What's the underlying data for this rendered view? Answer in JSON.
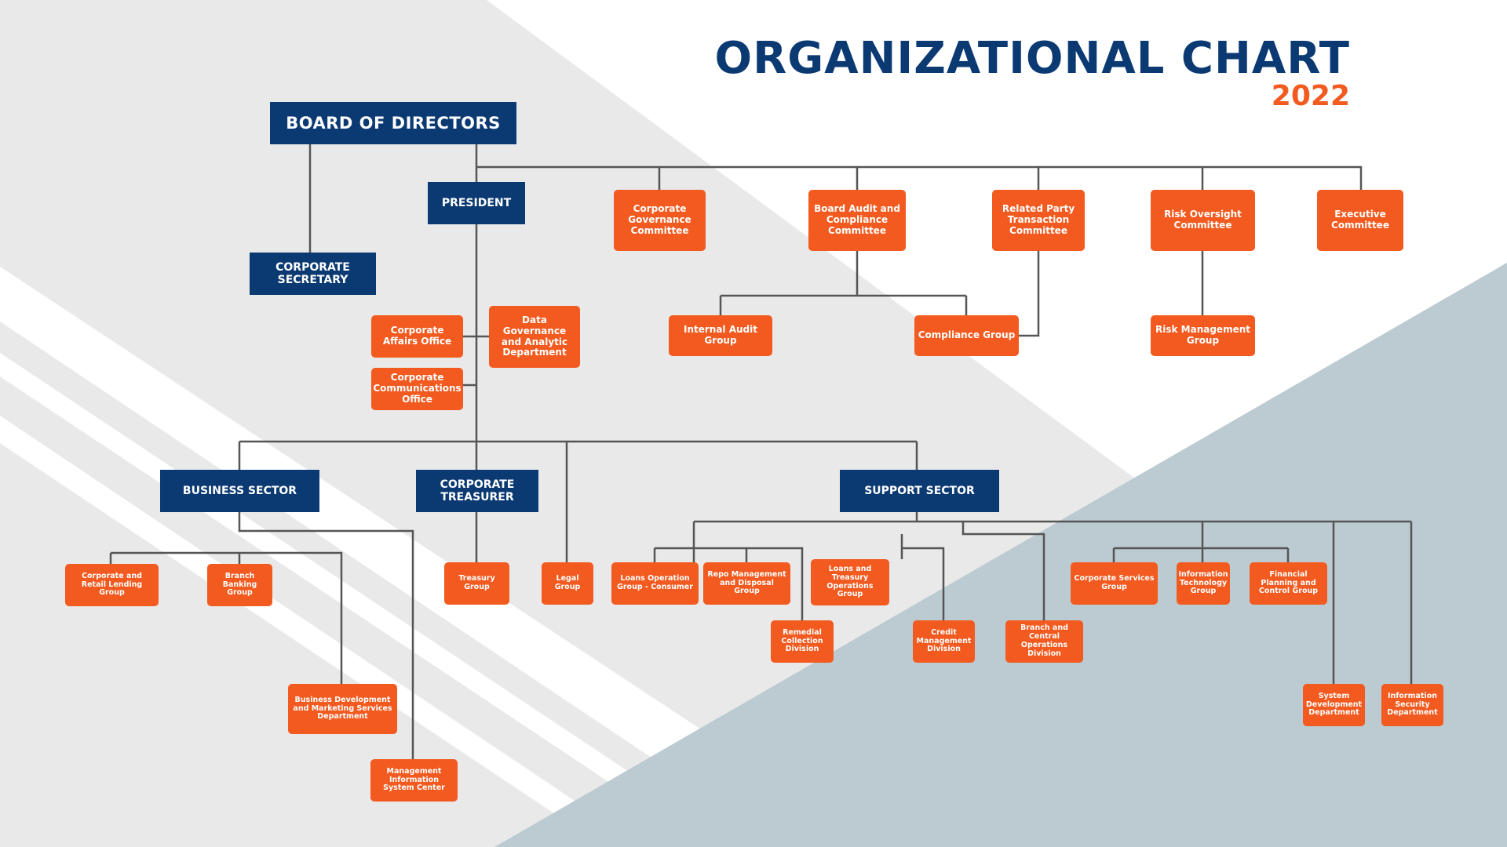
{
  "header": {
    "title": "ORGANIZATIONAL CHART",
    "year": "2022"
  },
  "colors": {
    "navy": "#0b3a73",
    "orange": "#f25a1f",
    "connector": "#555555",
    "bg_light": "#e9e9e9",
    "bg_teal": "#bccbd1"
  },
  "org": {
    "board": "BOARD OF DIRECTORS",
    "president": "PRESIDENT",
    "corporate_secretary": "CORPORATE SECRETARY",
    "committees": {
      "corporate_governance": "Corporate Governance Committee",
      "board_audit": "Board Audit and Compliance Committee",
      "related_party": "Related Party Transaction Committee",
      "risk_oversight": "Risk Oversight Committee",
      "executive": "Executive Committee"
    },
    "internal_audit": "Internal Audit Group",
    "compliance": "Compliance Group",
    "risk_management": "Risk Management Group",
    "corporate_affairs": "Corporate Affairs Office",
    "data_governance": "Data Governance and Analytic Department",
    "corporate_communications": "Corporate Communications Office",
    "business_sector": "BUSINESS SECTOR",
    "corporate_treasurer": "CORPORATE TREASURER",
    "support_sector": "SUPPORT SECTOR",
    "business": {
      "corporate_retail_lending": "Corporate and Retail Lending Group",
      "branch_banking": "Branch Banking Group",
      "business_development": "Business Development and Marketing Services Department",
      "mis_center": "Management Information System Center"
    },
    "treasury_group": "Treasury Group",
    "legal_group": "Legal Group",
    "support": {
      "loans_operation_consumer": "Loans Operation Group - Consumer",
      "repo_management": "Repo Management and Disposal Group",
      "remedial_collection": "Remedial Collection Division",
      "loans_treasury_operations": "Loans and Treasury Operations Group",
      "credit_management": "Credit Management Division",
      "branch_central_operations": "Branch and Central Operations Division",
      "corporate_services": "Corporate Services Group",
      "information_technology": "Information Technology Group",
      "financial_planning": "Financial Planning and Control Group",
      "system_development": "System Development Department",
      "information_security": "Information Security Department"
    }
  }
}
